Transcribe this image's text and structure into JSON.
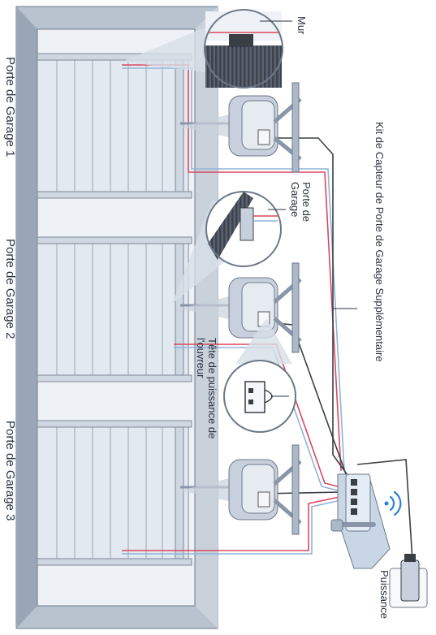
{
  "labels": {
    "wall": "Mur",
    "garage_door_detail": [
      "Porte de",
      "Garage"
    ],
    "kit": "Kit de Capteur de Porte de Garage Supplémentaire",
    "opener_head": [
      "Tête de puissance de",
      "l'ouvreur"
    ],
    "power": "Puissance",
    "doors": [
      "Porte de Garage 1",
      "Porte de Garage 2",
      "Porte de Garage 3"
    ]
  },
  "colors": {
    "frame": "#8a96a8",
    "panel": "#dfe6ee",
    "motor": "#c7d0dc",
    "wire_red": "#d9485f",
    "wire_blue": "#8fb4d8",
    "wire_dark": "#3a3f46"
  }
}
